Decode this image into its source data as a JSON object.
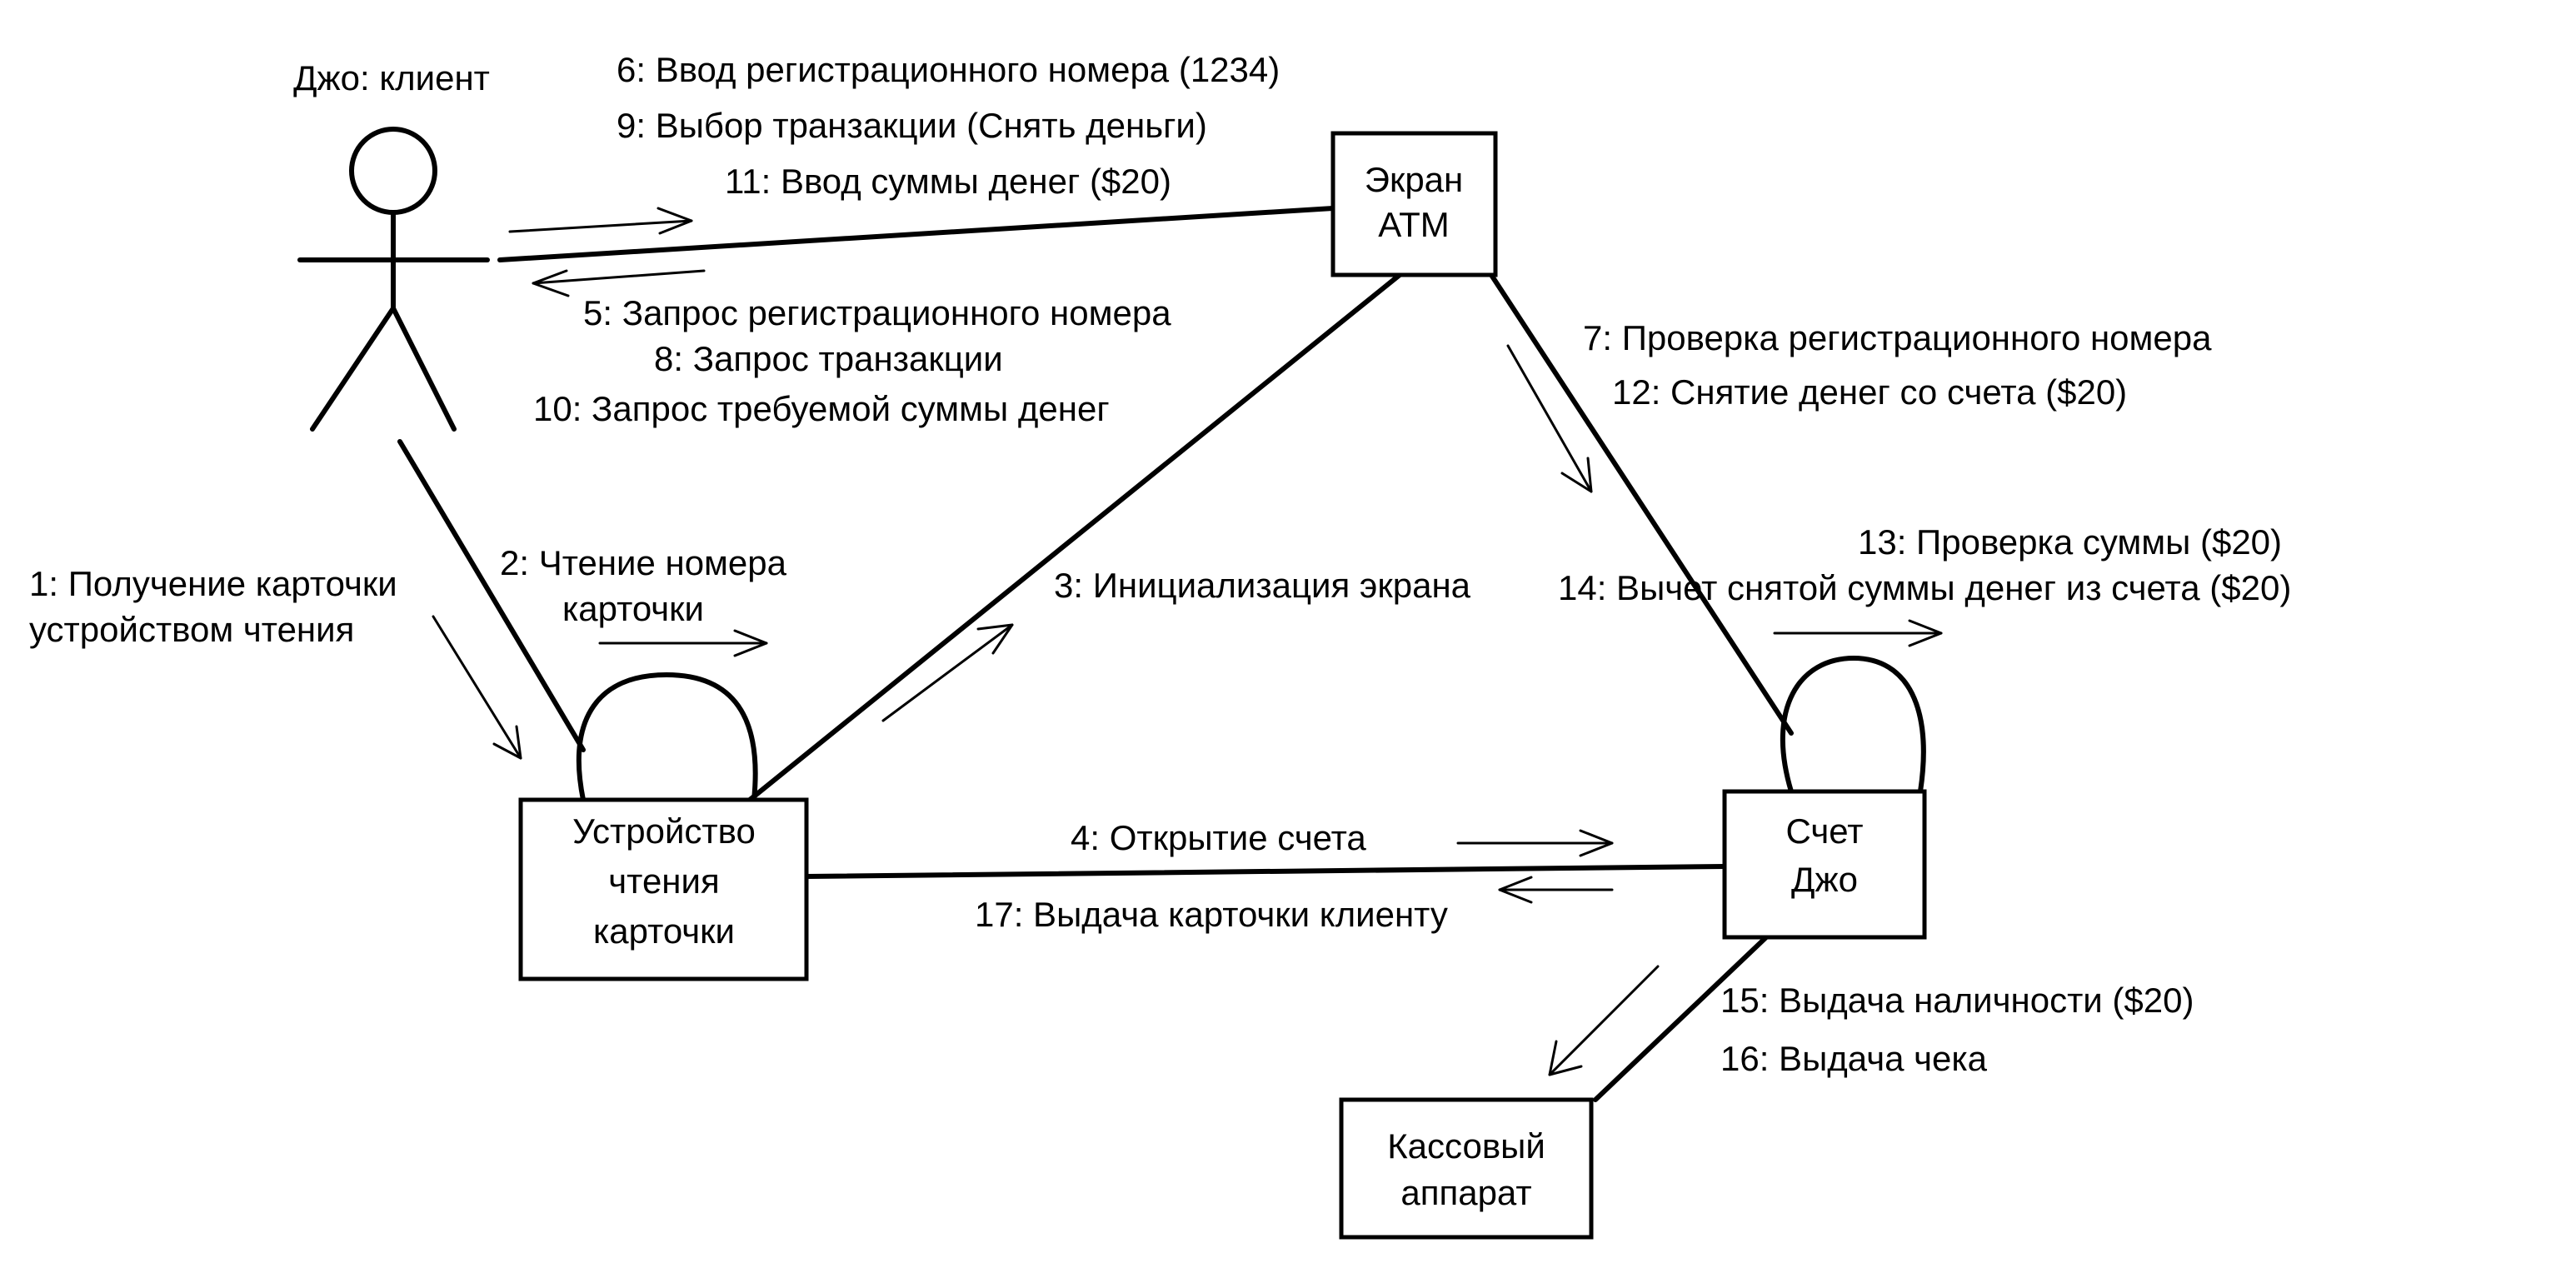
{
  "actor": {
    "label": "Джо: клиент"
  },
  "objects": {
    "atm_screen": {
      "lines": [
        "Экран",
        "ATM"
      ]
    },
    "card_reader": {
      "lines": [
        "Устройство",
        "чтения",
        "карточки"
      ]
    },
    "account": {
      "lines": [
        "Счет",
        "Джо"
      ]
    },
    "cash_register": {
      "lines": [
        "Кассовый",
        "аппарат"
      ]
    }
  },
  "messages": {
    "m1": [
      "1: Получение карточки",
      "устройством чтения"
    ],
    "m2": [
      "2: Чтение номера",
      "карточки"
    ],
    "m3": "3: Инициализация экрана",
    "m4": "4: Открытие счета",
    "m5": "5: Запрос регистрационного номера",
    "m6": "6: Ввод регистрационного номера (1234)",
    "m7": "7: Проверка регистрационного номера",
    "m8": "8: Запрос транзакции",
    "m9": "9: Выбор транзакции (Снять деньги)",
    "m10": "10: Запрос требуемой суммы денег",
    "m11": "11: Ввод суммы денег ($20)",
    "m12": "12: Снятие денег со счета ($20)",
    "m13": "13: Проверка суммы ($20)",
    "m14": "14: Вычет снятой суммы денег из счета ($20)",
    "m15": "15: Выдача наличности ($20)",
    "m16": "16: Выдача чека",
    "m17": "17: Выдача карточки клиенту"
  }
}
